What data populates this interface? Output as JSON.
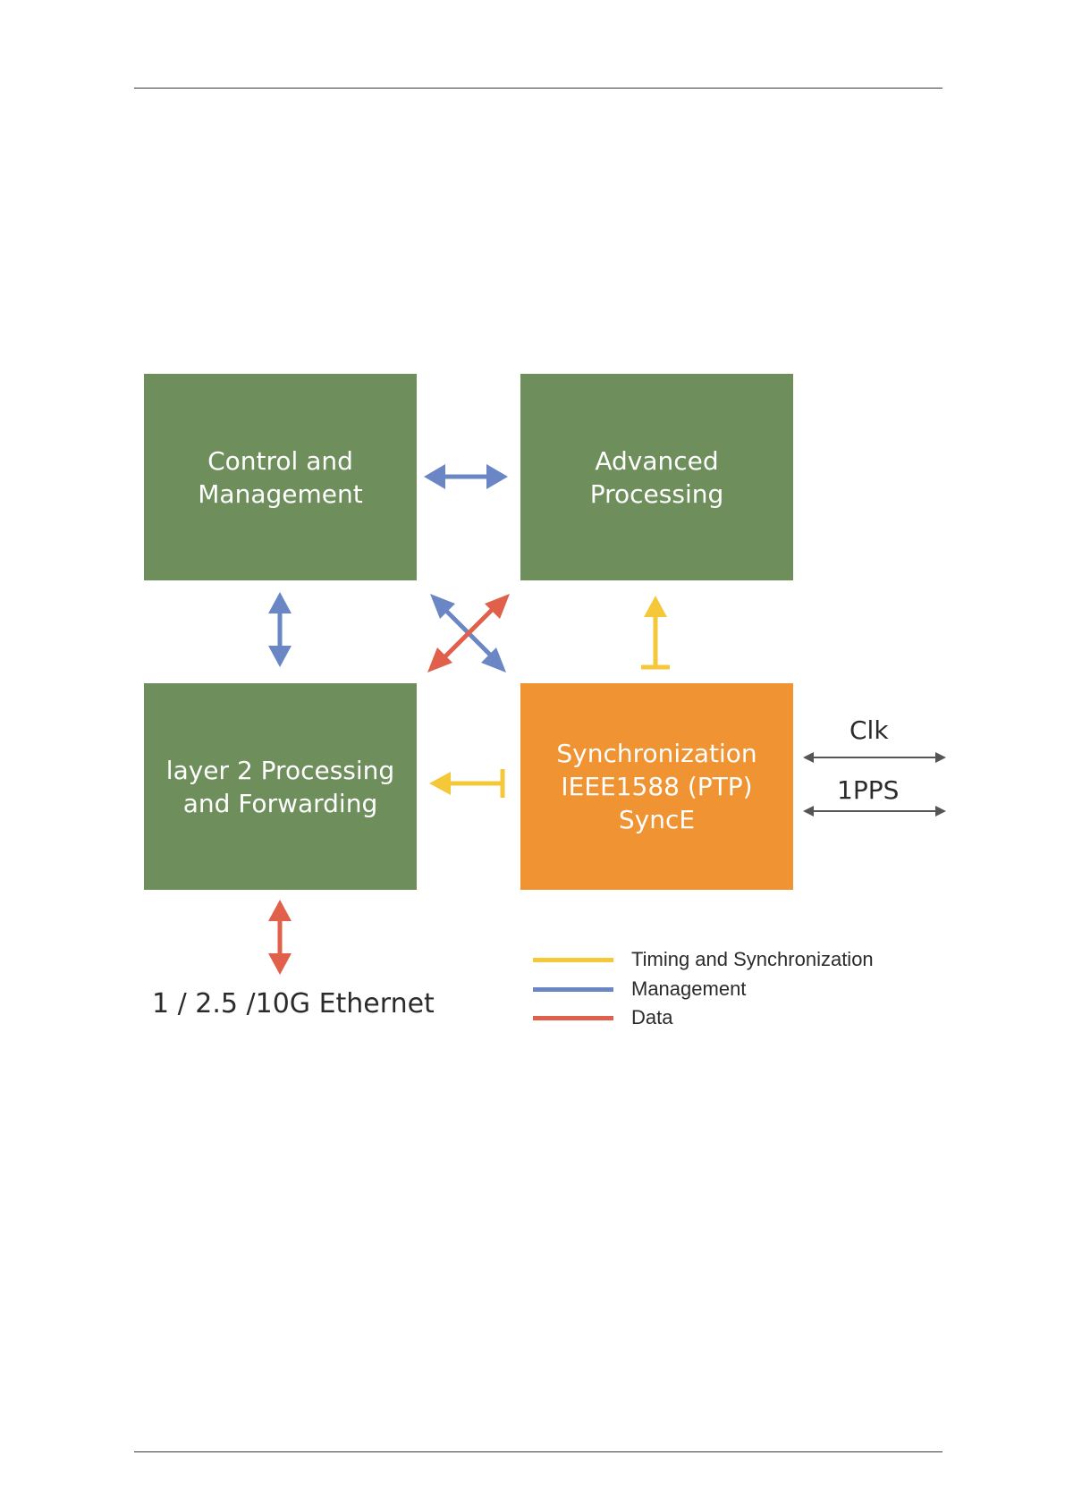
{
  "colors": {
    "block_green": "#6e8e5c",
    "block_orange": "#f09332",
    "timing": "#f5c83a",
    "management": "#6a86c4",
    "data": "#e0604b",
    "io": "#555555"
  },
  "blocks": {
    "control": {
      "lines": [
        "Control and",
        "Management"
      ]
    },
    "advanced": {
      "lines": [
        "Advanced",
        "Processing"
      ]
    },
    "layer2": {
      "lines": [
        "layer 2 Processing",
        "and Forwarding"
      ]
    },
    "sync": {
      "lines": [
        "Synchronization",
        "IEEE1588 (PTP)",
        "SyncE"
      ]
    }
  },
  "io": {
    "clk_label": "Clk",
    "pps_label": "1PPS",
    "ethernet_label": "1 / 2.5 /10G Ethernet"
  },
  "legend": {
    "items": [
      {
        "label": "Timing and Synchronization",
        "color": "#f5c83a"
      },
      {
        "label": "Management",
        "color": "#6a86c4"
      },
      {
        "label": "Data",
        "color": "#e0604b"
      }
    ]
  }
}
